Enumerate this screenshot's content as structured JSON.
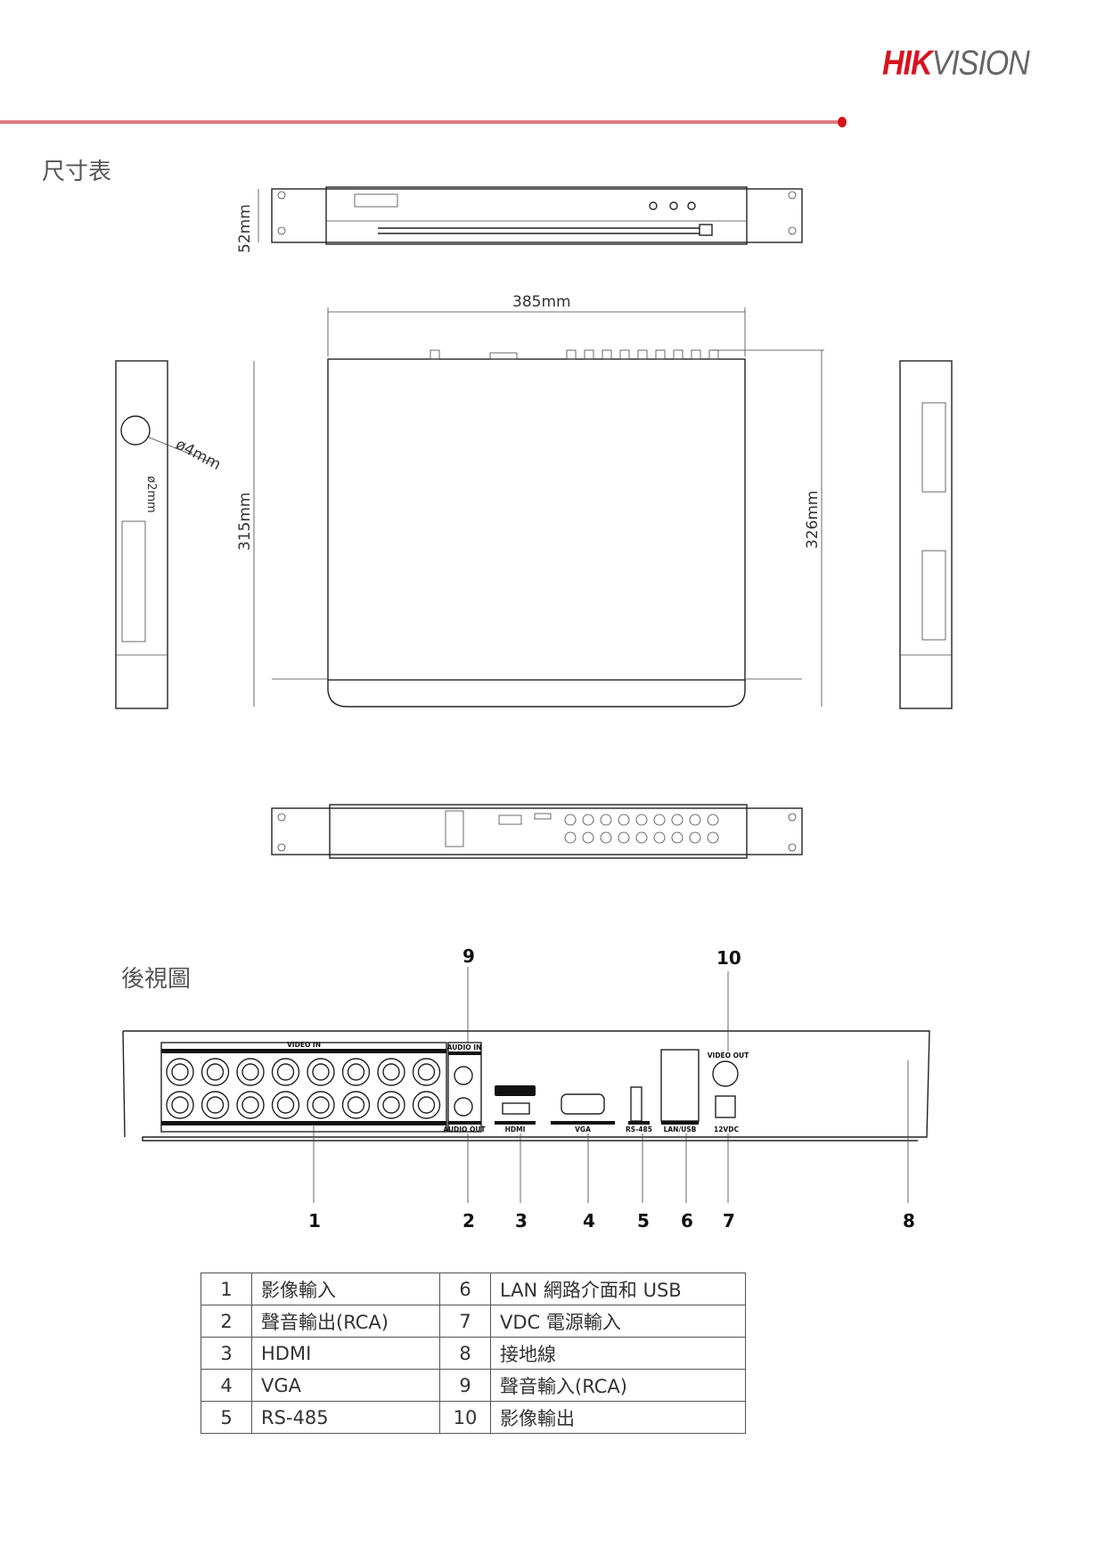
{
  "brand": {
    "logo_red": "HIK",
    "logo_gray": "VISION",
    "accent_color": "#d7141e"
  },
  "dimensions_section": {
    "title": "尺寸表",
    "height_label": "52mm",
    "width_label": "385mm",
    "depth_label": "315mm",
    "depth_total_label": "326mm",
    "hole_outer_label": "ø4mm",
    "hole_inner_label": "ø2mm"
  },
  "rear_section": {
    "title": "後視圖",
    "callouts": [
      "1",
      "2",
      "3",
      "4",
      "5",
      "6",
      "7",
      "8",
      "9",
      "10"
    ],
    "panel_labels": {
      "video_in": "VIDEO IN",
      "audio_in": "AUDIO IN",
      "audio_out": "AUDIO OUT",
      "hdmi": "HDMI",
      "vga": "VGA",
      "rs485": "RS-485",
      "lan_usb": "LAN/USB",
      "video_out": "VIDEO OUT",
      "power": "12VDC"
    }
  },
  "legend_table": {
    "rows": [
      {
        "n1": "1",
        "d1": "影像輸入",
        "n2": "6",
        "d2": "LAN 網路介面和  USB"
      },
      {
        "n1": "2",
        "d1": "聲音輸出(RCA)",
        "n2": "7",
        "d2": "VDC  電源輸入"
      },
      {
        "n1": "3",
        "d1": "HDMI",
        "n2": "8",
        "d2": "接地線"
      },
      {
        "n1": "4",
        "d1": "VGA",
        "n2": "9",
        "d2": "聲音輸入(RCA)"
      },
      {
        "n1": "5",
        "d1": "RS-485",
        "n2": "10",
        "d2": "影像輸出"
      }
    ]
  }
}
